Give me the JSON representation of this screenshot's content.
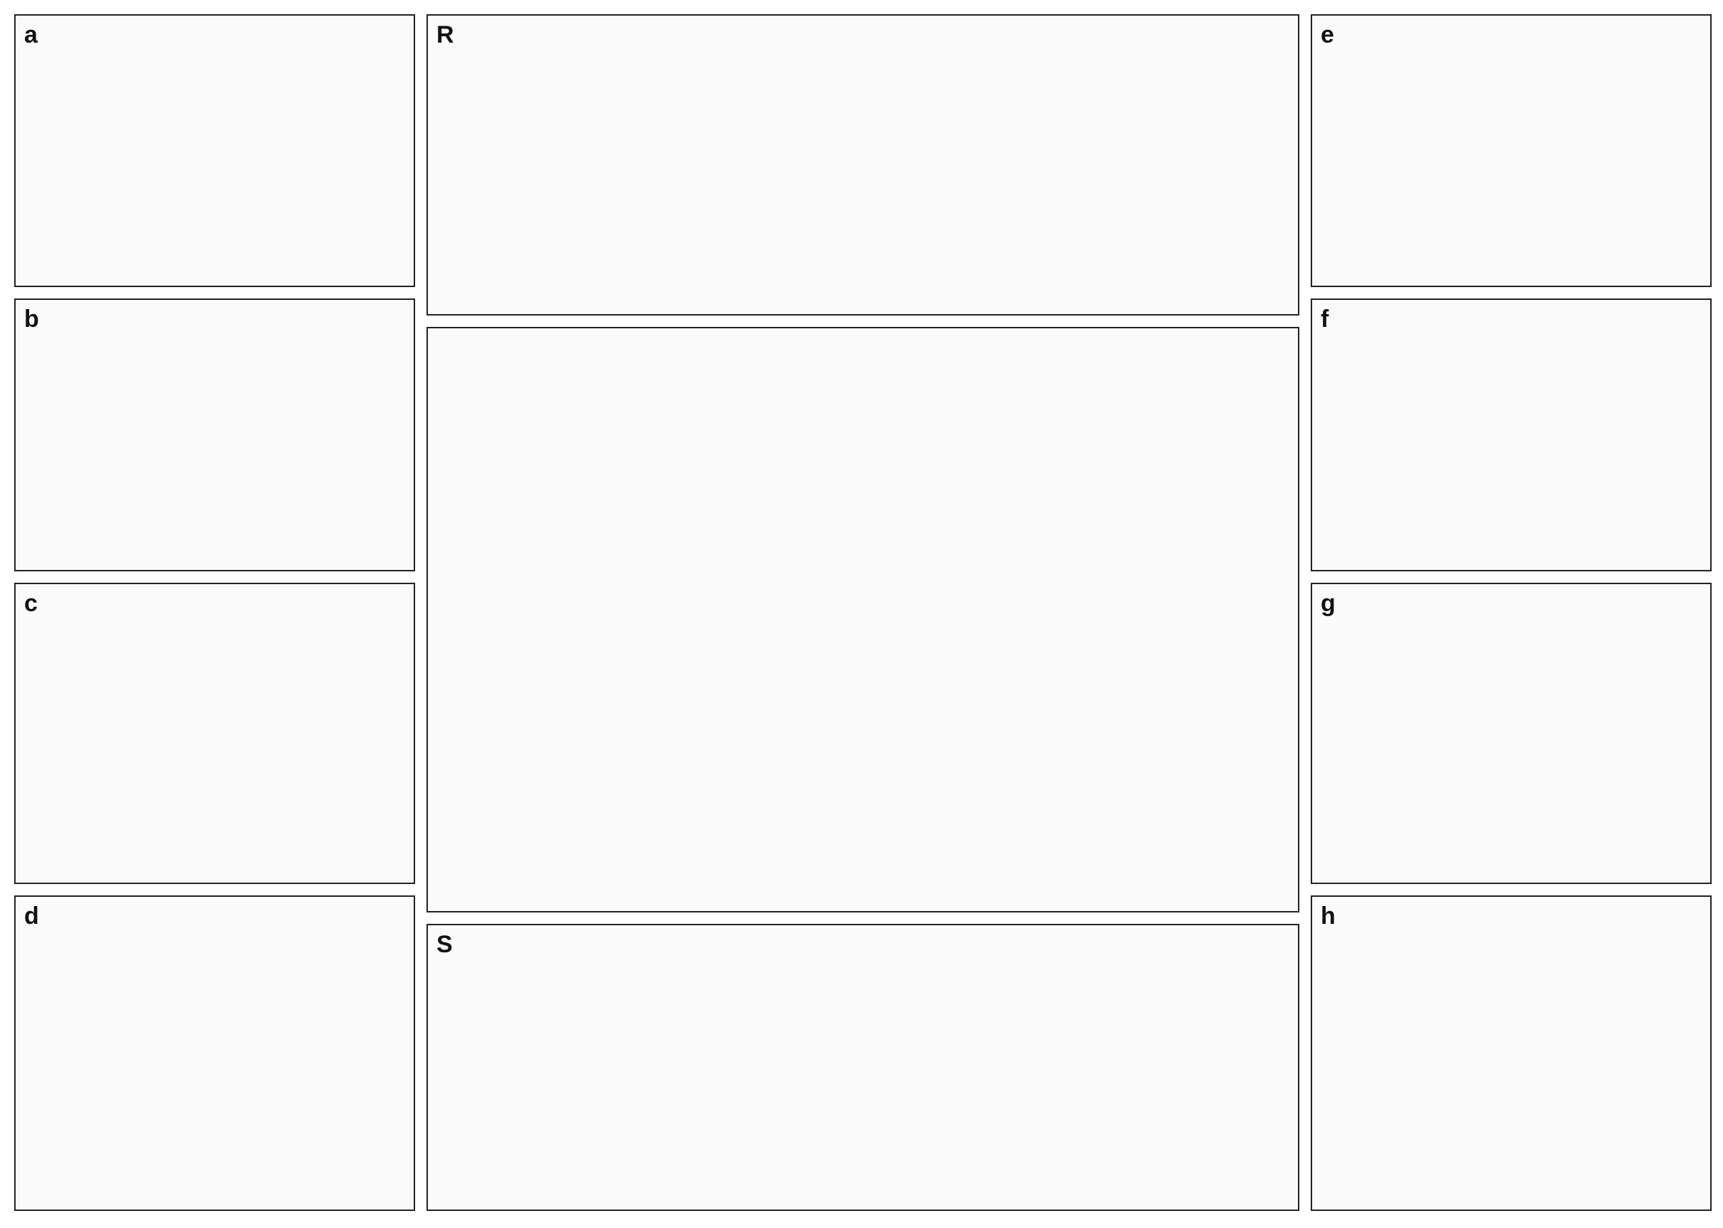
{
  "panel_labels": [
    "a",
    "b",
    "c",
    "d",
    "e",
    "f",
    "g",
    "h"
  ],
  "center_labels": [
    "R",
    "S"
  ],
  "part_numbers": [],
  "captions": []
}
